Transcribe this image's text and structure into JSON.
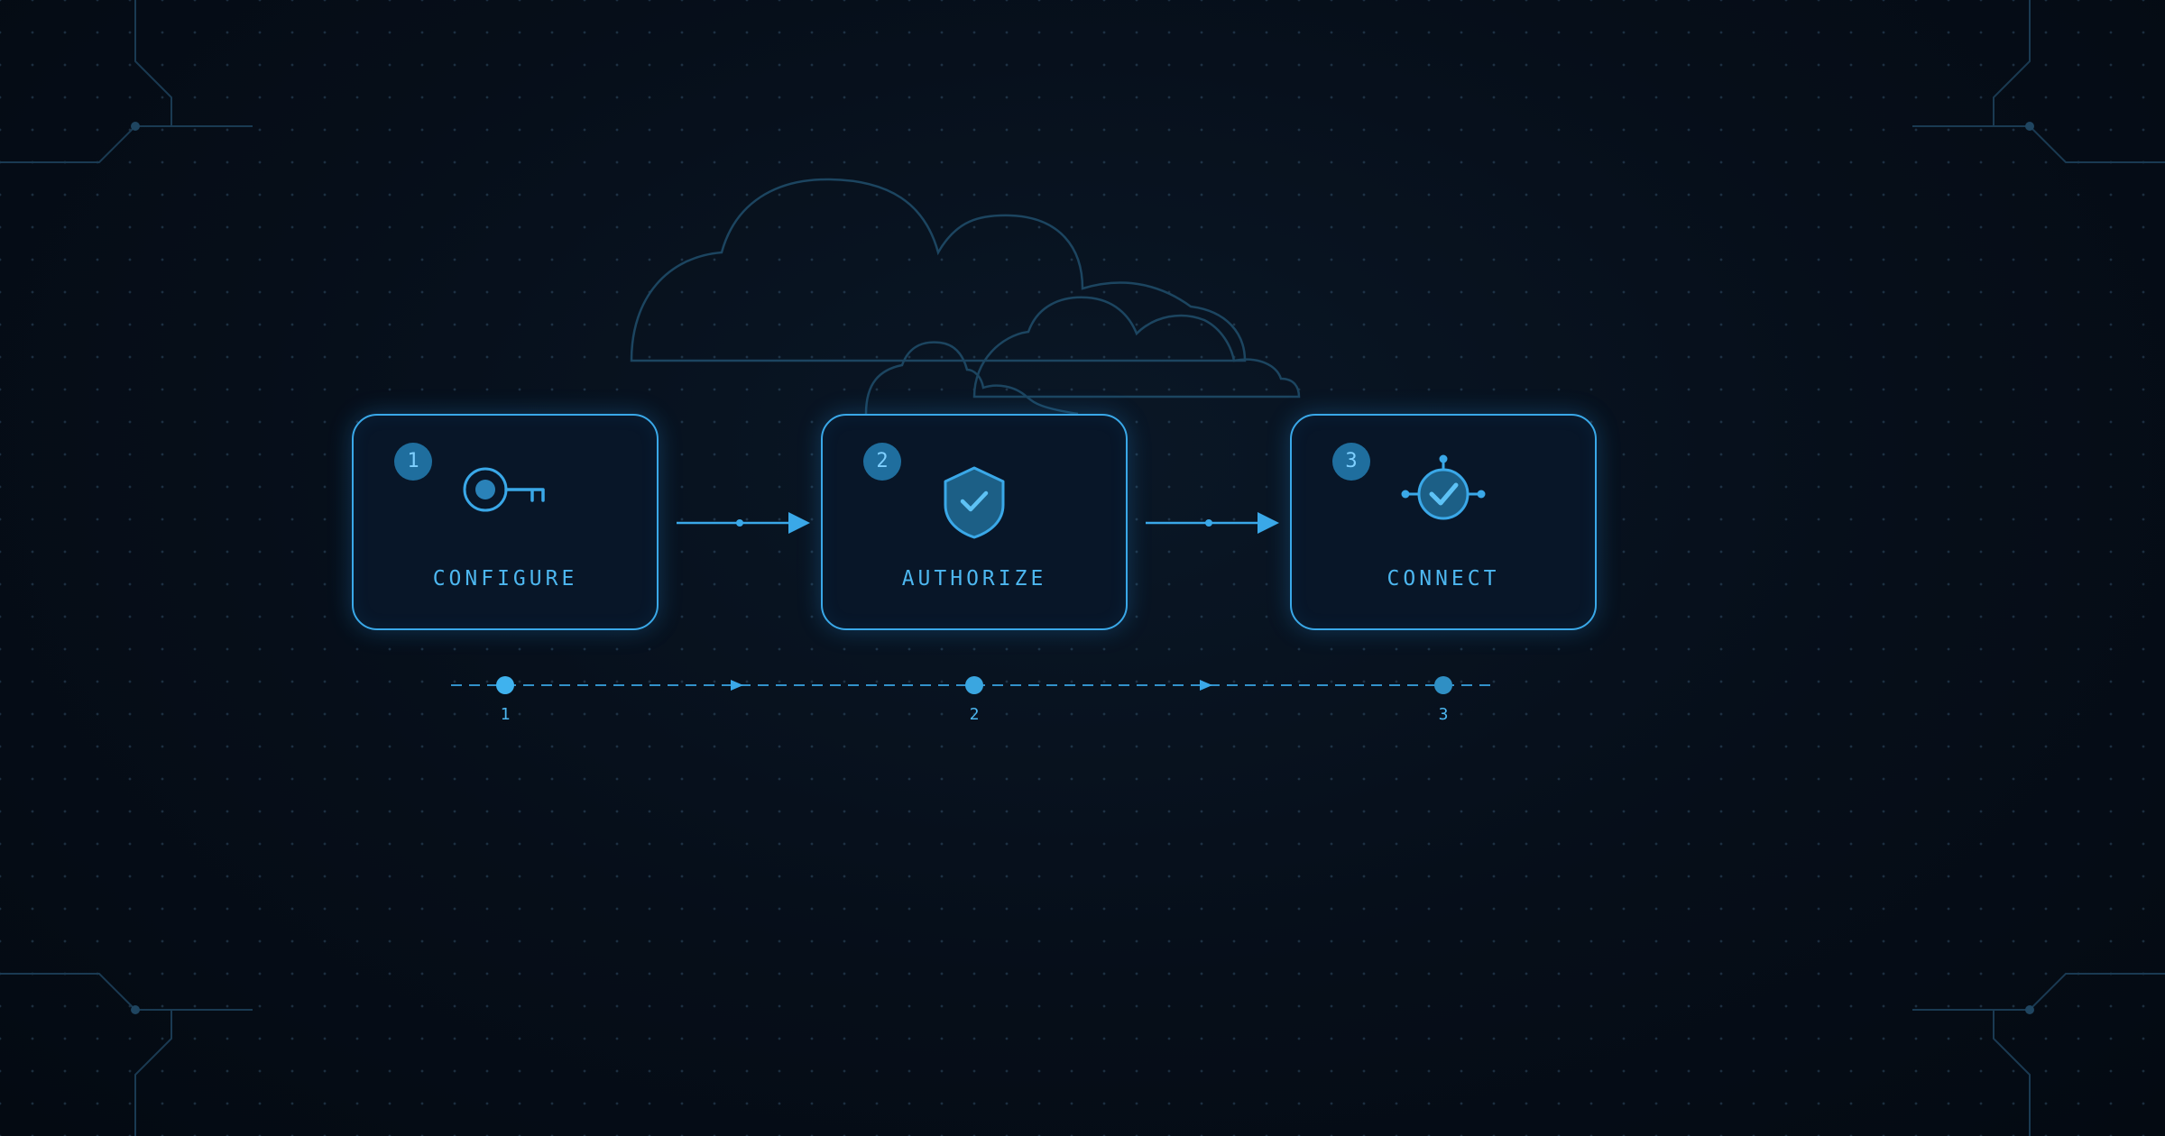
{
  "diagram": {
    "steps": [
      {
        "number": "1",
        "label": "CONFIGURE",
        "icon": "key-icon"
      },
      {
        "number": "2",
        "label": "AUTHORIZE",
        "icon": "shield-check-icon"
      },
      {
        "number": "3",
        "label": "CONNECT",
        "icon": "connected-node-check-icon"
      }
    ],
    "timeline": {
      "labels": [
        "1",
        "2",
        "3"
      ]
    },
    "colors": {
      "accent": "#3aa8e8",
      "background": "#050c15",
      "badge": "#1f6e9e",
      "decoration": "#1c4560"
    }
  }
}
